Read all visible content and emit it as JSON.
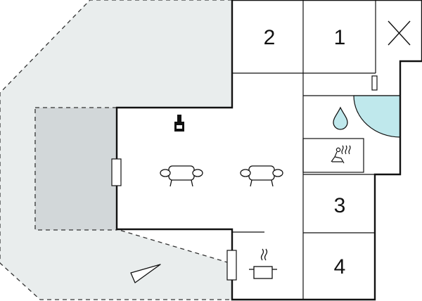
{
  "rooms": [
    {
      "label": "2"
    },
    {
      "label": "1"
    },
    {
      "label": "3"
    },
    {
      "label": "4"
    }
  ],
  "icons": {
    "wc": "toilet-cross-icon",
    "shower": "water-drop-icon",
    "sauna": "sauna-icon",
    "stove": "wood-stove-icon",
    "armchair_left": "armchair-icon",
    "armchair_right": "armchair-icon",
    "kitchen": "cooking-pot-icon",
    "compass": "north-arrow-icon"
  },
  "colors": {
    "terrace": "#e9eded",
    "covered_terrace": "#d2d7d9",
    "shower": "#bfe8ec",
    "walls": "#111111"
  }
}
